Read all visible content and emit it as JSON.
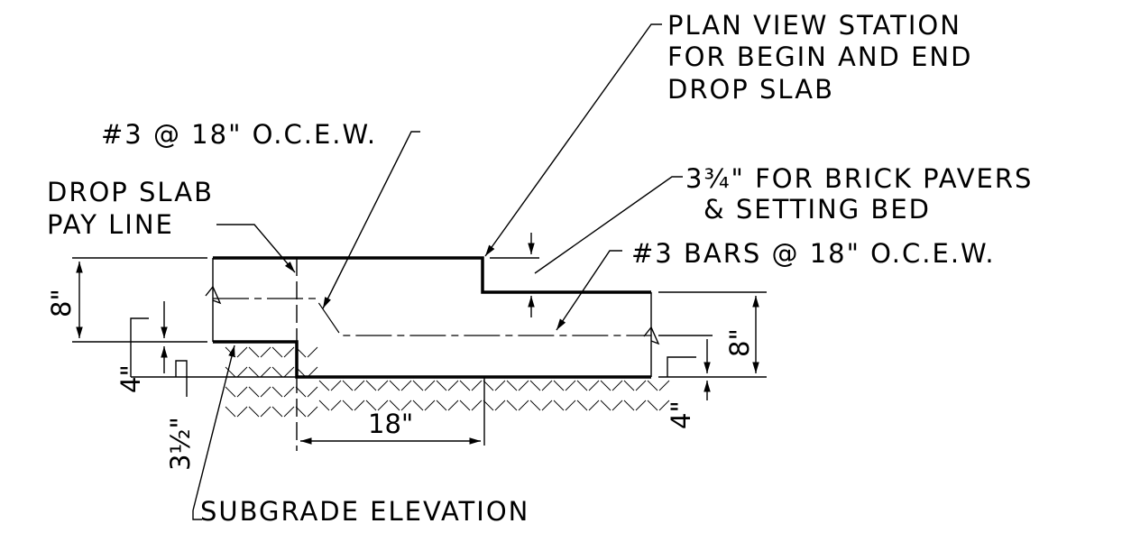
{
  "labels": {
    "plan_view_1": "PLAN VIEW STATION",
    "plan_view_2": "FOR BEGIN AND END",
    "plan_view_3": "DROP SLAB",
    "top_bars": "#3 @ 18\" O.C.E.W.",
    "pay_line_1": "DROP SLAB",
    "pay_line_2": "PAY LINE",
    "pavers_1": "3¾\" FOR BRICK PAVERS",
    "pavers_2": "& SETTING BED",
    "bars_right": "#3 BARS @ 18\" O.C.E.W.",
    "subgrade": "SUBGRADE ELEVATION"
  },
  "dimensions": {
    "left_thickness": "8\"",
    "left_step": "4\"",
    "left_offset": "3½\"",
    "drop_width": "18\"",
    "right_thickness": "8\"",
    "right_step": "4\""
  }
}
